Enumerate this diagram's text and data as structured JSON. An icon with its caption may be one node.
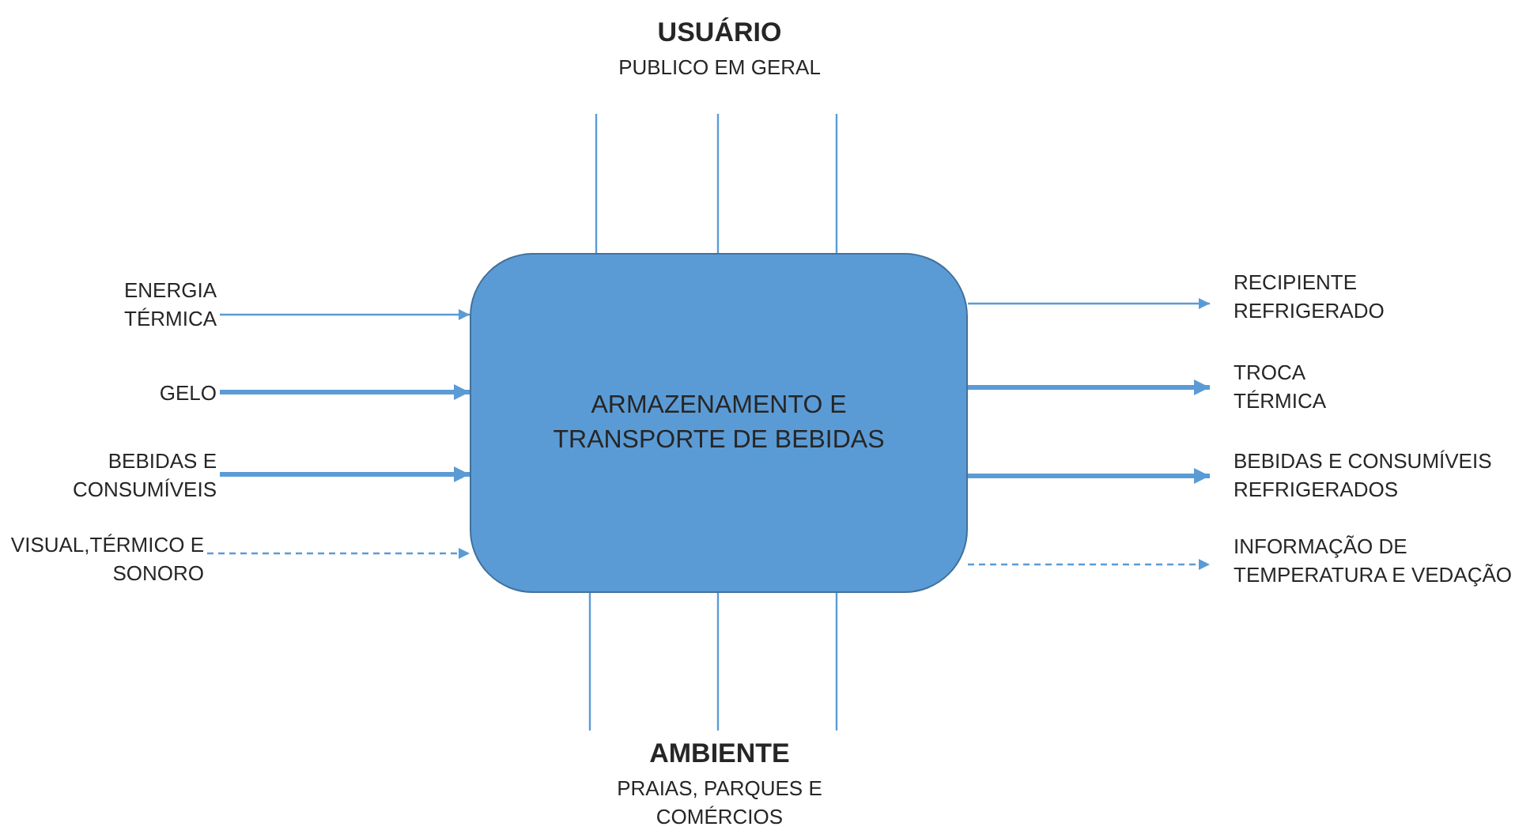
{
  "diagram": {
    "nodes": [
      {
        "text": [
          "ARMAZENAMENTO E TRANSPORTE DE BEBIDAS"
        ]
      },
      {
        "text": [
          "ENERGIA TÉRMICA"
        ]
      },
      {
        "text": [
          "GELO"
        ]
      },
      {
        "text": [
          "BEBIDAS E CONSUMÍVEIS"
        ]
      },
      {
        "text": [
          "VISUAL,TÉRMICO E SONORO"
        ]
      },
      {
        "text": [
          "RECIPIENTE REFRIGERADO"
        ]
      },
      {
        "text": [
          "TROCA TÉRMICA"
        ]
      },
      {
        "text": [
          "BEBIDAS E CONSUMÍVEIS REFRIGERADOS"
        ]
      },
      {
        "text": [
          "INFORMAÇÃO DE TEMPERATURA E VEDAÇÃO"
        ]
      },
      {
        "text": [
          "USUÁRIO",
          "PUBLICO EM GERAL"
        ]
      },
      {
        "text": [
          "AMBIENTE",
          "PRAIAS, PARQUES E COMÉRCIOS"
        ]
      }
    ],
    "edges": [
      {
        "from": 1,
        "to": 0,
        "arrow": "to"
      },
      {
        "from": 2,
        "to": 0,
        "arrow": "to",
        "style": "thick"
      },
      {
        "from": 3,
        "to": 0,
        "arrow": "to",
        "style": "thick"
      },
      {
        "from": 4,
        "to": 0,
        "arrow": "to",
        "style": "dashed"
      },
      {
        "from": 0,
        "to": 5,
        "arrow": "to"
      },
      {
        "from": 0,
        "to": 6,
        "arrow": "to",
        "style": "thick"
      },
      {
        "from": 0,
        "to": 7,
        "arrow": "to",
        "style": "thick"
      },
      {
        "from": 0,
        "to": 8,
        "arrow": "to",
        "style": "dashed"
      },
      {
        "from": 9,
        "to": 0,
        "arrow": "none"
      },
      {
        "from": 9,
        "to": 0,
        "arrow": "none"
      },
      {
        "from": 9,
        "to": 0,
        "arrow": "none"
      },
      {
        "from": 0,
        "to": 10,
        "arrow": "none"
      },
      {
        "from": 0,
        "to": 10,
        "arrow": "none"
      },
      {
        "from": 0,
        "to": 10,
        "arrow": "none"
      }
    ]
  }
}
